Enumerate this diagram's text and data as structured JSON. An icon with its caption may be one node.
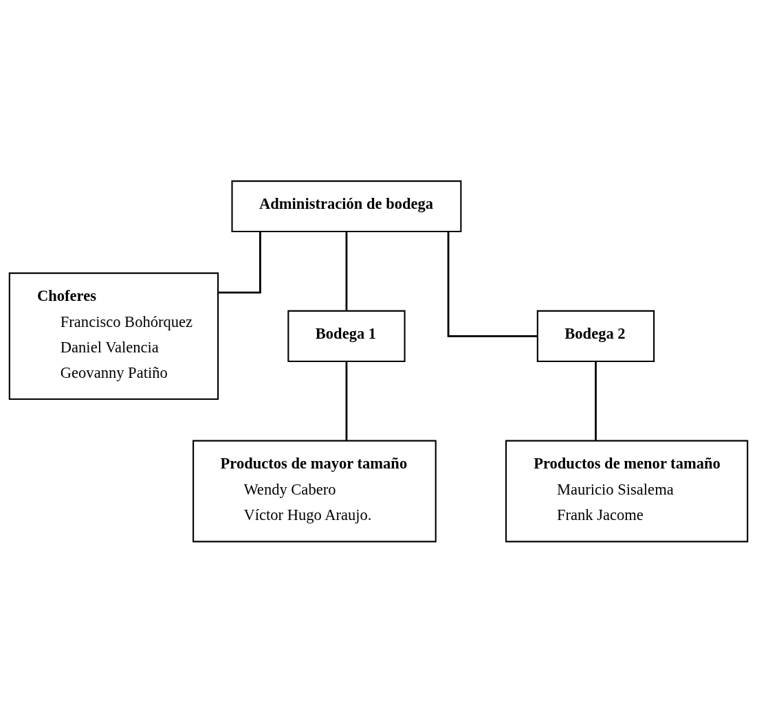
{
  "diagram": {
    "nodes": [
      {
        "text": [
          "Administración de bodega"
        ]
      },
      {
        "text": [
          "Choferes",
          "Francisco Bohórquez",
          "Daniel Valencia",
          "Geovanny Patiño"
        ]
      },
      {
        "text": [
          "Bodega 1"
        ]
      },
      {
        "text": [
          "Bodega 2"
        ]
      },
      {
        "text": [
          "Productos de mayor tamaño",
          "Wendy Cabero",
          "Víctor Hugo Araujo."
        ]
      },
      {
        "text": [
          "Productos de menor tamaño",
          "Mauricio Sisalema",
          "Frank Jacome"
        ]
      }
    ],
    "edges": [
      {
        "from": 0,
        "to": 1,
        "arrow": "none"
      },
      {
        "from": 0,
        "to": 2,
        "arrow": "none"
      },
      {
        "from": 0,
        "to": 3,
        "arrow": "none"
      },
      {
        "from": 2,
        "to": 4,
        "arrow": "none"
      },
      {
        "from": 3,
        "to": 5,
        "arrow": "none"
      }
    ]
  }
}
